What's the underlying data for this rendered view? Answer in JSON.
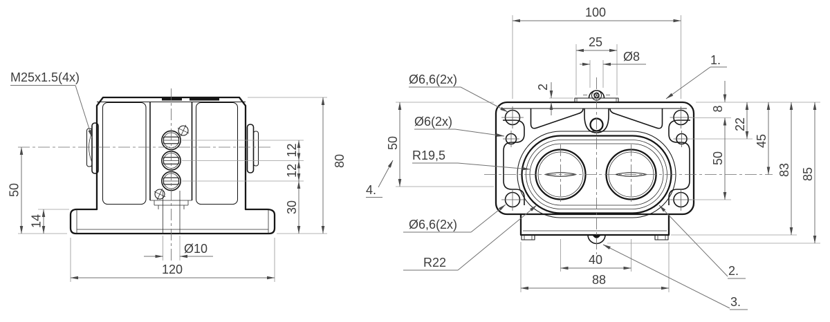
{
  "drawing": {
    "type": "mechanical-engineering-drawing",
    "colors": {
      "outline": "#161616",
      "dimension": "#6f6f6f",
      "text": "#3d3d3d",
      "background": "#ffffff"
    },
    "views": {
      "front": {
        "callouts": {
          "thread": "M25x1.5(4x)",
          "hole": "Ø10"
        },
        "dims": {
          "center_height": "50",
          "base_height": "14",
          "pitch_top": "12",
          "pitch_bottom": "12",
          "overall_height": "80",
          "terminal_offset": "30",
          "base_width": "120"
        }
      },
      "top": {
        "callouts": {
          "corner_holes_top": "Ø6,6(2x)",
          "side_holes": "Ø6(2x)",
          "inner_radius": "R19,5",
          "corner_holes_bottom": "Ø6,6(2x)",
          "outer_radius": "R22",
          "screw": "Ø8",
          "item1": "1.",
          "item2": "2.",
          "item3": "3.",
          "item4": "4."
        },
        "dims": {
          "hole_spacing_h": "100",
          "plate_width": "25",
          "plate_thickness": "2",
          "edge_to_hole": "8",
          "edge_to_side_hole": "22",
          "edge_to_center": "45",
          "hole_spacing_v": "50",
          "left_height": "50",
          "to_base": "83",
          "overall": "85",
          "dome_spacing": "40",
          "lower_width": "88"
        }
      }
    }
  }
}
